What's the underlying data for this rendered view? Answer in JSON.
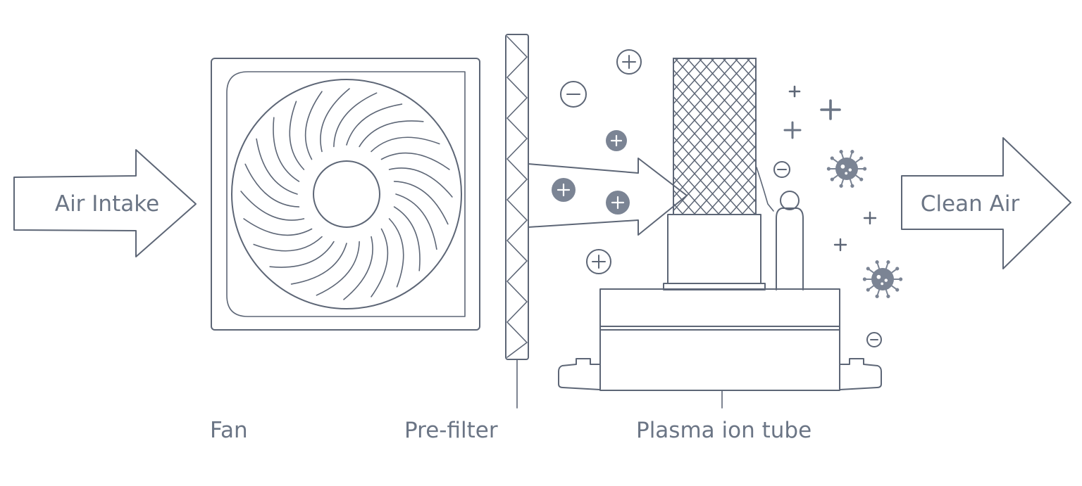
{
  "colors": {
    "line": "#5d6676",
    "text": "#6b7585",
    "ion_fill": "#7b8494",
    "background": "#ffffff"
  },
  "arrows": {
    "intake_label": "Air Intake",
    "outlet_label": "Clean Air"
  },
  "parts": {
    "fan_label": "Fan",
    "prefilter_label": "Pre-filter",
    "ion_tube_label": "Plasma ion tube"
  },
  "icons": [
    "positive-ion-icon",
    "negative-ion-icon",
    "virus-icon",
    "fan-icon",
    "mesh-icon"
  ]
}
